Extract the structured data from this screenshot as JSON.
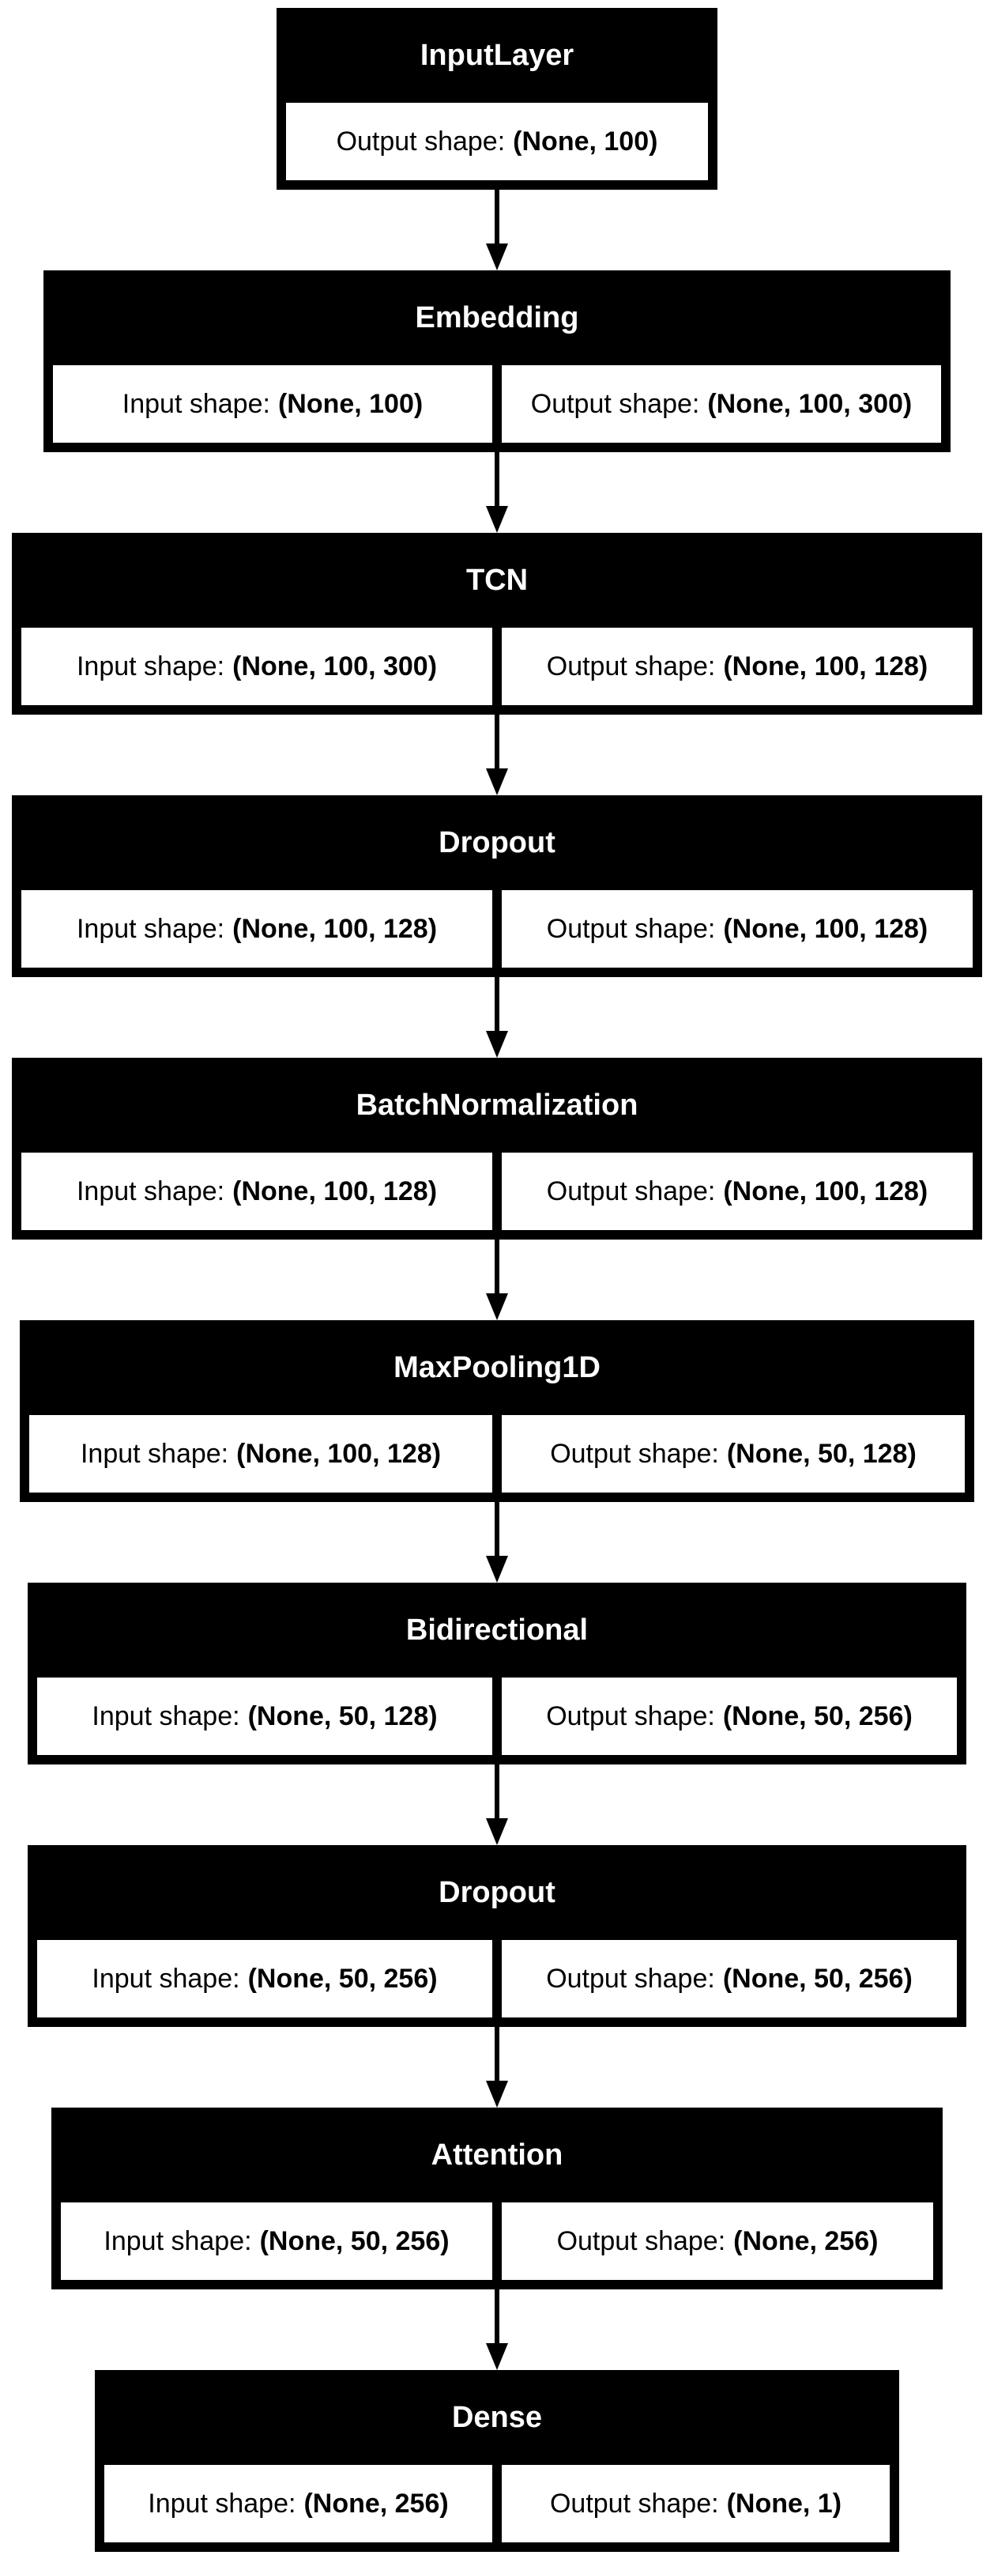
{
  "labels": {
    "input_shape": "Input shape:",
    "output_shape": "Output shape:"
  },
  "layers": [
    {
      "name": "InputLayer",
      "output": "(None, 100)"
    },
    {
      "name": "Embedding",
      "input": "(None, 100)",
      "output": "(None, 100, 300)"
    },
    {
      "name": "TCN",
      "input": "(None, 100, 300)",
      "output": "(None, 100, 128)"
    },
    {
      "name": "Dropout",
      "input": "(None, 100, 128)",
      "output": "(None, 100, 128)"
    },
    {
      "name": "BatchNormalization",
      "input": "(None, 100, 128)",
      "output": "(None, 100, 128)"
    },
    {
      "name": "MaxPooling1D",
      "input": "(None, 100, 128)",
      "output": "(None, 50, 128)"
    },
    {
      "name": "Bidirectional",
      "input": "(None, 50, 128)",
      "output": "(None, 50, 256)"
    },
    {
      "name": "Dropout",
      "input": "(None, 50, 256)",
      "output": "(None, 50, 256)"
    },
    {
      "name": "Attention",
      "input": "(None, 50, 256)",
      "output": "(None, 256)"
    },
    {
      "name": "Dense",
      "input": "(None, 256)",
      "output": "(None, 1)"
    }
  ]
}
